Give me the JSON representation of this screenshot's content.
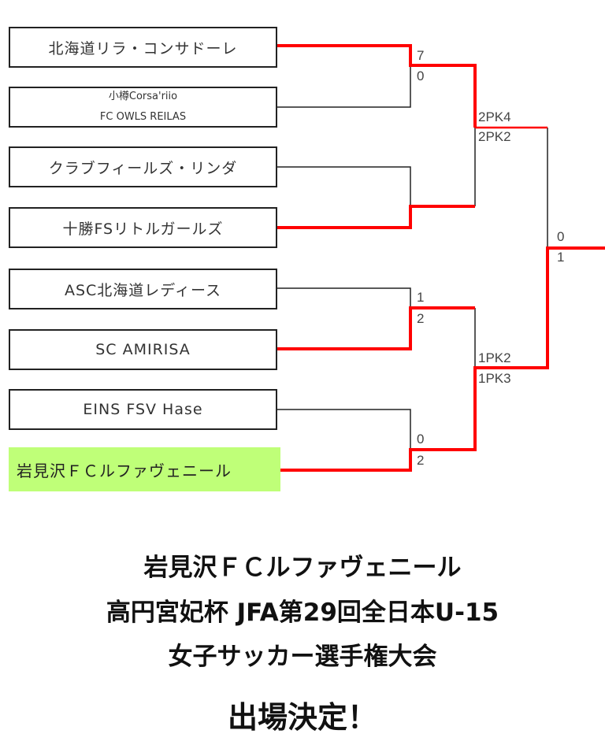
{
  "teams": [
    {
      "name": "北海道リラ・コンサドーレ"
    },
    {
      "name_line1": "小樽Corsa'riio",
      "name_line2": "FC OWLS REILAS"
    },
    {
      "name": "クラブフィールズ・リンダ"
    },
    {
      "name": "十勝FSリトルガールズ"
    },
    {
      "name": "ASC北海道レディース"
    },
    {
      "name": "SC AMIRISA"
    },
    {
      "name": "EINS FSV Hase"
    },
    {
      "name": "岩見沢ＦＣルファヴェニール"
    }
  ],
  "scores": {
    "qf1": [
      "7",
      "0"
    ],
    "qf2": [
      "",
      ""
    ],
    "qf3": [
      "1",
      "2"
    ],
    "qf4": [
      "0",
      "2"
    ],
    "sf1": [
      "2PK4",
      "2PK2"
    ],
    "sf2": [
      "1PK2",
      "1PK3"
    ],
    "final": [
      "0",
      "1"
    ]
  },
  "colors": {
    "winner_line": "#ff0000",
    "highlight": "#bfff78"
  },
  "headline": {
    "line1": "岩見沢ＦＣルファヴェニール",
    "line2": "高円宮妃杯 JFA第29回全日本U-15",
    "line3": "女子サッカー選手権大会",
    "line4": "出場決定！"
  }
}
